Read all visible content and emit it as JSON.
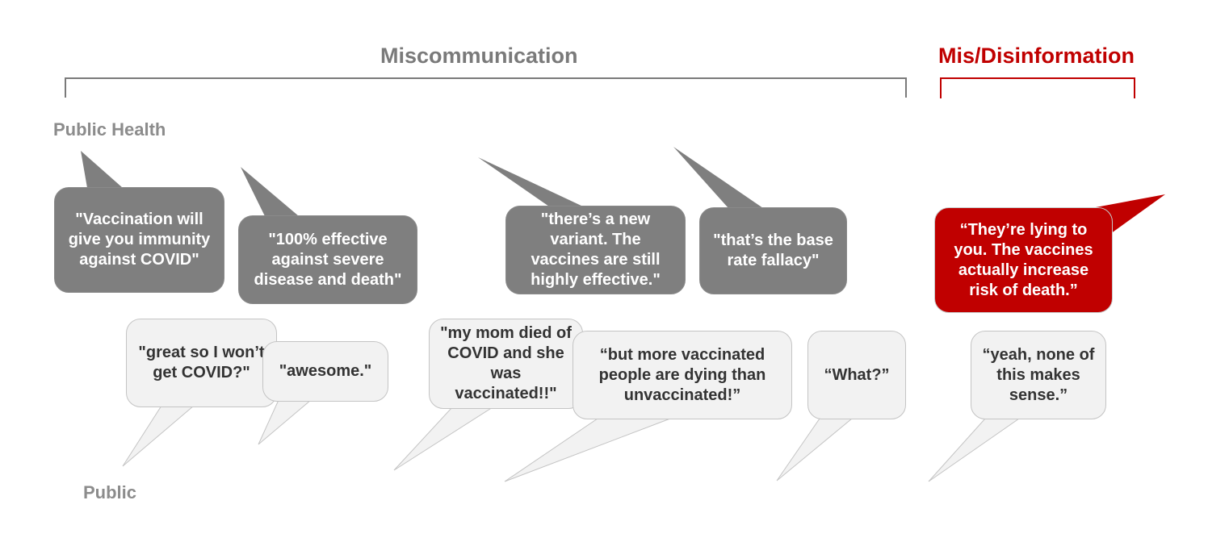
{
  "headers": {
    "miscommunication": "Miscommunication",
    "misdisinformation": "Mis/Disinformation"
  },
  "labels": {
    "public_health": "Public Health",
    "public": "Public"
  },
  "public_health_bubbles": [
    "\"Vaccination will give you immunity against COVID\"",
    "\"100% effective against severe disease and death\"",
    "\"there’s a new variant. The vaccines are still highly effective.\"",
    "\"that’s the base rate fallacy\""
  ],
  "misinfo_bubble": "“They’re lying to you. The vaccines actually increase risk of death.”",
  "public_bubbles": [
    "\"great so I won’t get COVID?\"",
    "\"awesome.\"",
    "\"my mom died of COVID and she was vaccinated!!\"",
    "“but more vaccinated people are dying than unvaccinated!”",
    "“What?”",
    "“yeah, none of this makes sense.”"
  ],
  "colors": {
    "gray_header": "#7a7a7a",
    "red_accent": "#c00000",
    "dark_bubble": "#7f7f7f",
    "light_bubble": "#f2f2f2"
  }
}
